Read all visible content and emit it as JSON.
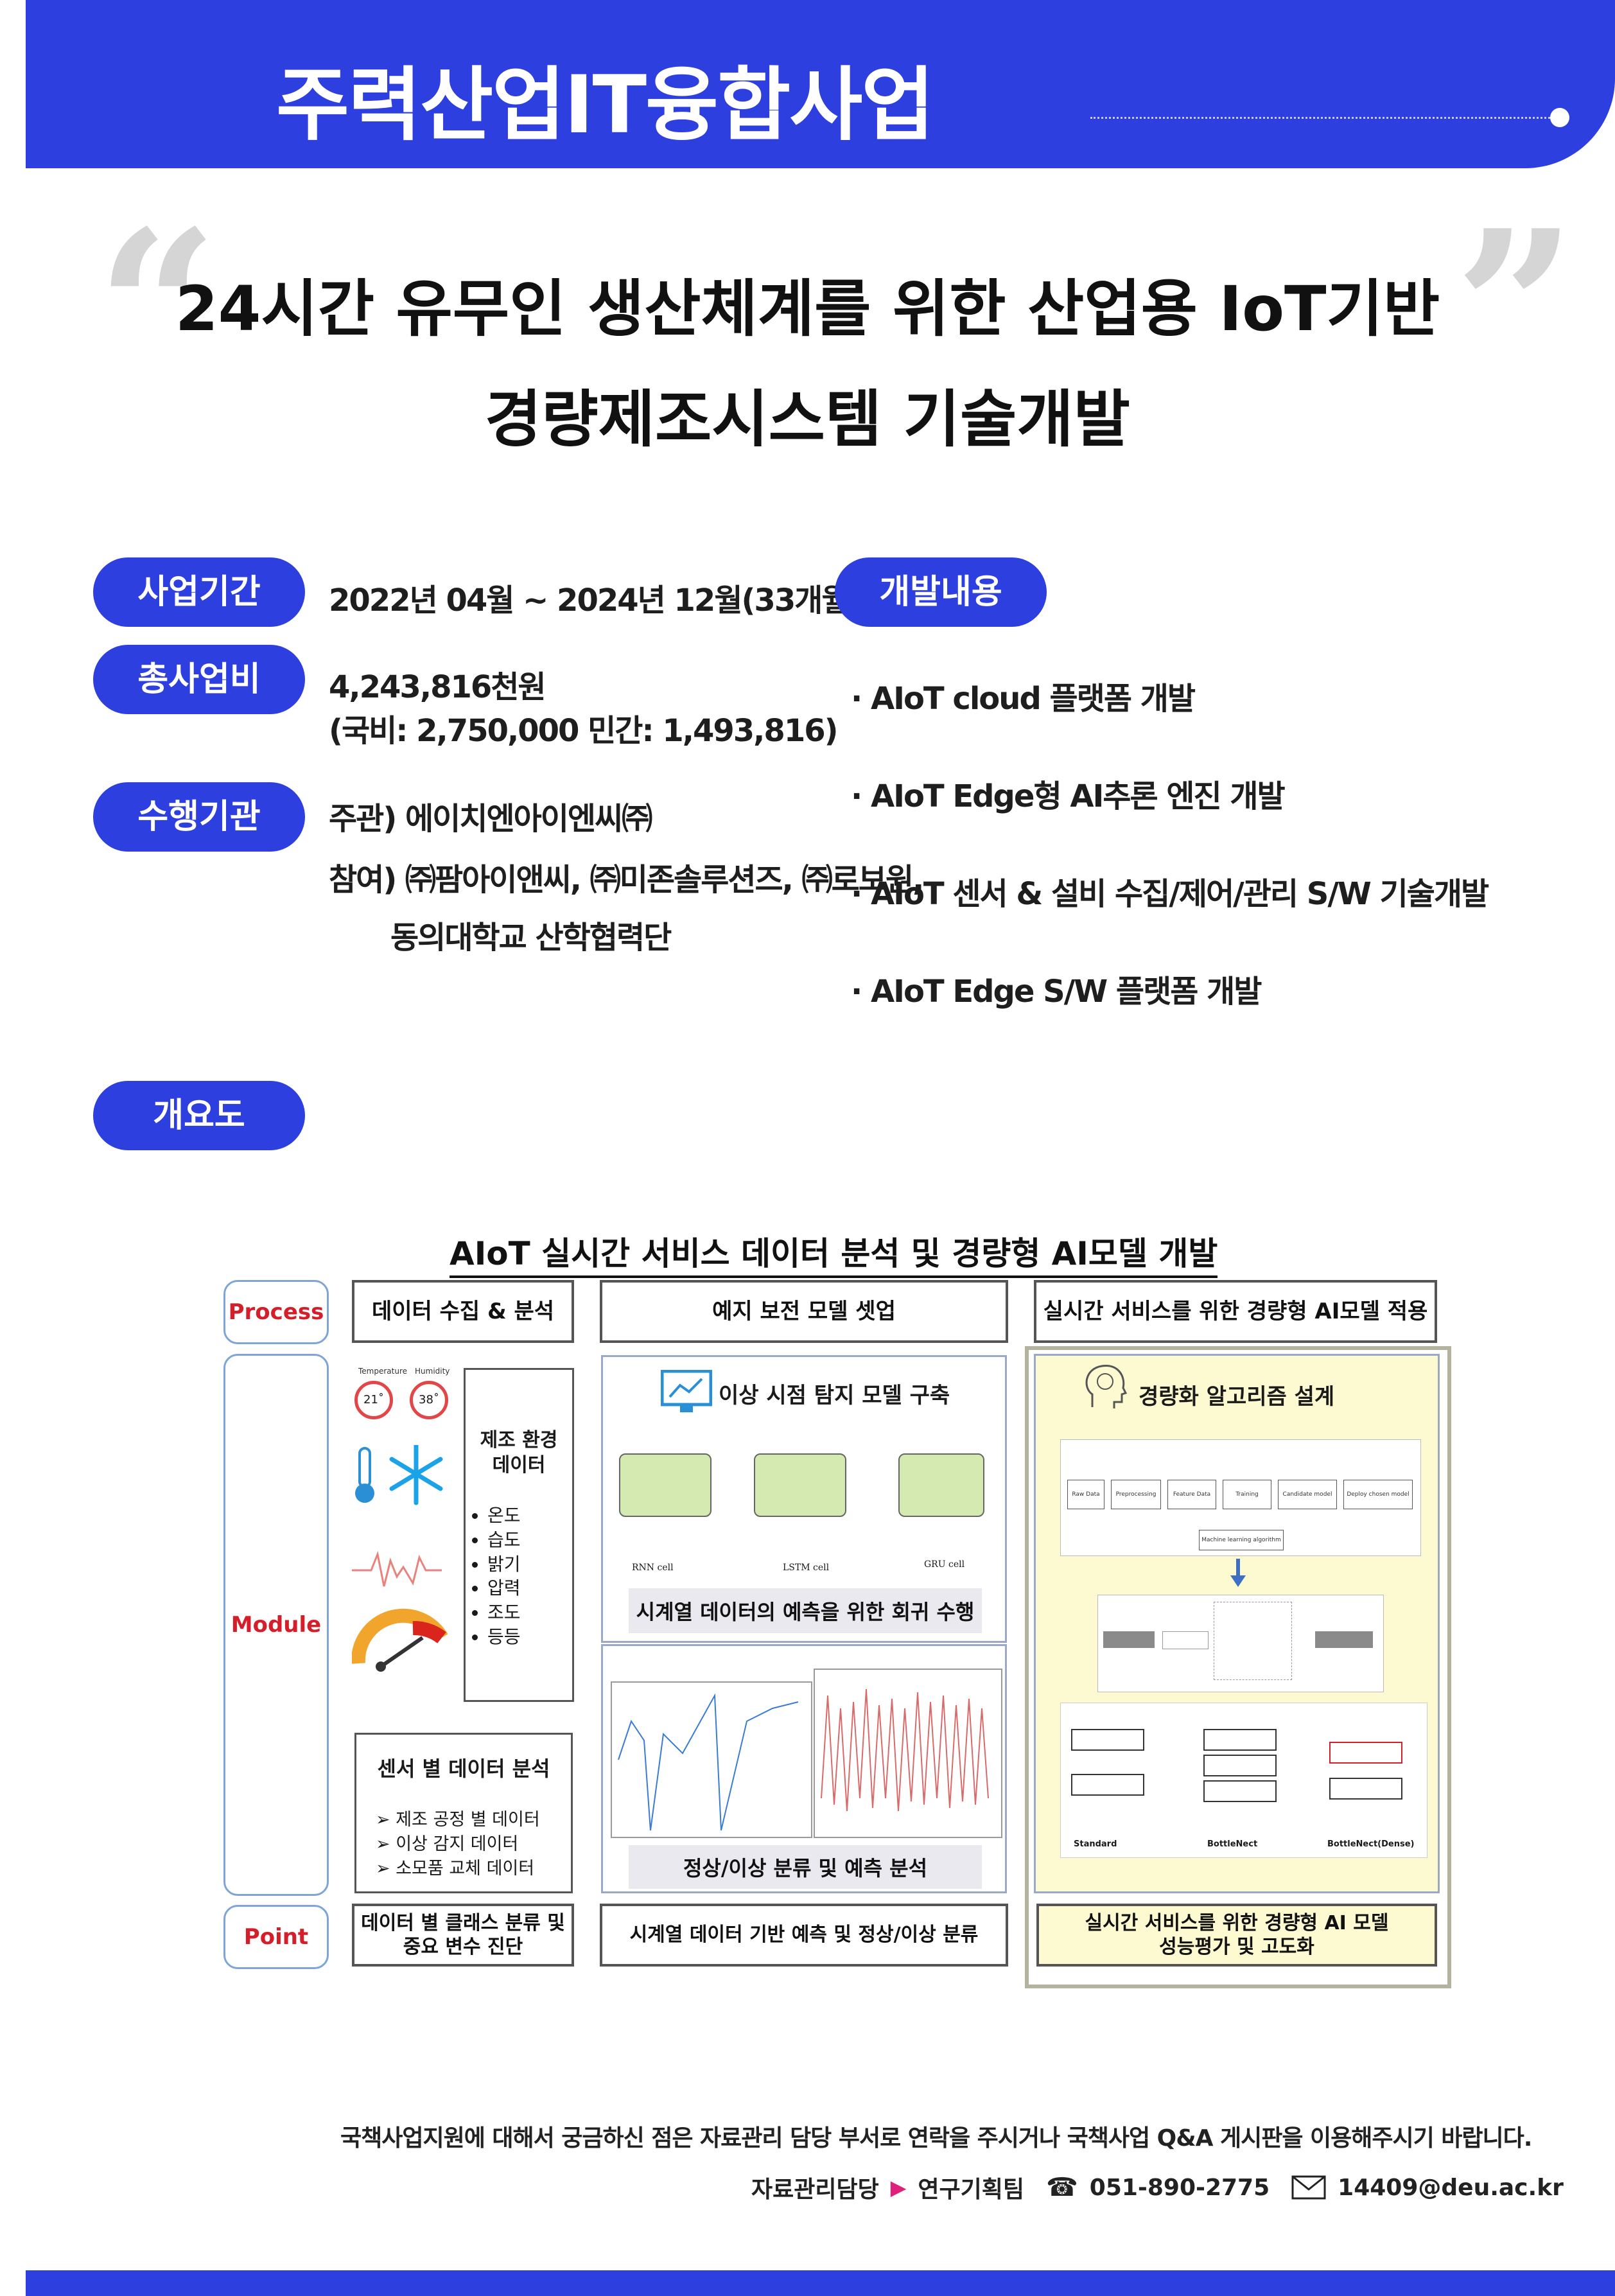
{
  "header": {
    "title": "주력산업IT융합사업"
  },
  "title": {
    "line1": "24시간 유무인 생산체계를 위한 산업용 IoT기반",
    "line2": "경량제조시스템 기술개발"
  },
  "info": {
    "period_label": "사업기간",
    "period_value": "2022년 04월 ~ 2024년 12월(33개월)",
    "cost_label": "총사업비",
    "cost_value": "4,243,816천원",
    "cost_detail": "(국비: 2,750,000  민간: 1,493,816)",
    "org_label": "수행기관",
    "org_lead": "주관) 에이치엔아이엔씨㈜",
    "org_partners": "참여) ㈜팜아이앤씨, ㈜미존솔루션즈, ㈜로보원,",
    "org_partners2": "동의대학교 산학협력단"
  },
  "development": {
    "label": "개발내용",
    "items": [
      "· AIoT cloud 플랫폼 개발",
      "· AIoT Edge형 AI추론 엔진 개발",
      "· AIoT 센서 & 설비 수집/제어/관리 S/W 기술개발",
      "· AIoT Edge S/W 플랫폼 개발"
    ]
  },
  "overview": {
    "label": "개요도",
    "diagram_title": "AIoT 실시간 서비스 데이터 분석 및 경량형 AI모델 개발",
    "row_labels": [
      "Process",
      "Module",
      "Point"
    ],
    "process": [
      "데이터 수집 & 분석",
      "예지 보전 모델 셋업",
      "실시간 서비스를 위한 경량형 AI모델 적용"
    ],
    "sensor_labels": {
      "temp": "Temperature",
      "temp_val": "21˚",
      "hum": "Humidity",
      "hum_val": "38˚"
    },
    "env_title": "제조 환경\n데이터",
    "env_items": [
      "온도",
      "습도",
      "밝기",
      "압력",
      "조도",
      "등등"
    ],
    "sensor_analysis_title": "센서 별 데이터 분석",
    "sensor_analysis_items": [
      "제조 공정 별 데이터",
      "이상 감지 데이터",
      "소모품 교체 데이터"
    ],
    "anomaly_title": "이상 시점 탐지 모델 구축",
    "cells": [
      "RNN cell",
      "LSTM cell",
      "GRU cell"
    ],
    "regression_caption": "시계열 데이터의 예측을 위한 회귀 수행",
    "classification_caption": "정상/이상 분류 및 예측 분석",
    "algo_title": "경량화 알고리즘 설계",
    "pipeline": [
      "Raw Data",
      "Preprocessing",
      "Feature Data",
      "Training",
      "Candidate model",
      "Deploy chosen model"
    ],
    "pipeline_note": "Machine learning algorithm",
    "net_labels": [
      "Standard",
      "BottleNect",
      "BottleNect(Dense)"
    ],
    "points": [
      "데이터 별 클래스 분류 및\n중요 변수 진단",
      "시계열 데이터 기반 예측 및 정상/이상 분류",
      "실시간 서비스를 위한 경량형 AI 모델\n성능평가 및 고도화"
    ]
  },
  "footer": {
    "note": "국책사업지원에 대해서 궁금하신 점은 자료관리 담당 부서로 연락을 주시거나 국책사업 Q&A 게시판을 이용해주시기 바랍니다.",
    "dept_label": "자료관리담당",
    "team": "연구기획팀",
    "phone": "051-890-2775",
    "email": "14409@deu.ac.kr"
  },
  "colors": {
    "brand": "#2e3fe0",
    "label_red": "#d41f2a",
    "panel_yellow": "#fdfad2"
  }
}
